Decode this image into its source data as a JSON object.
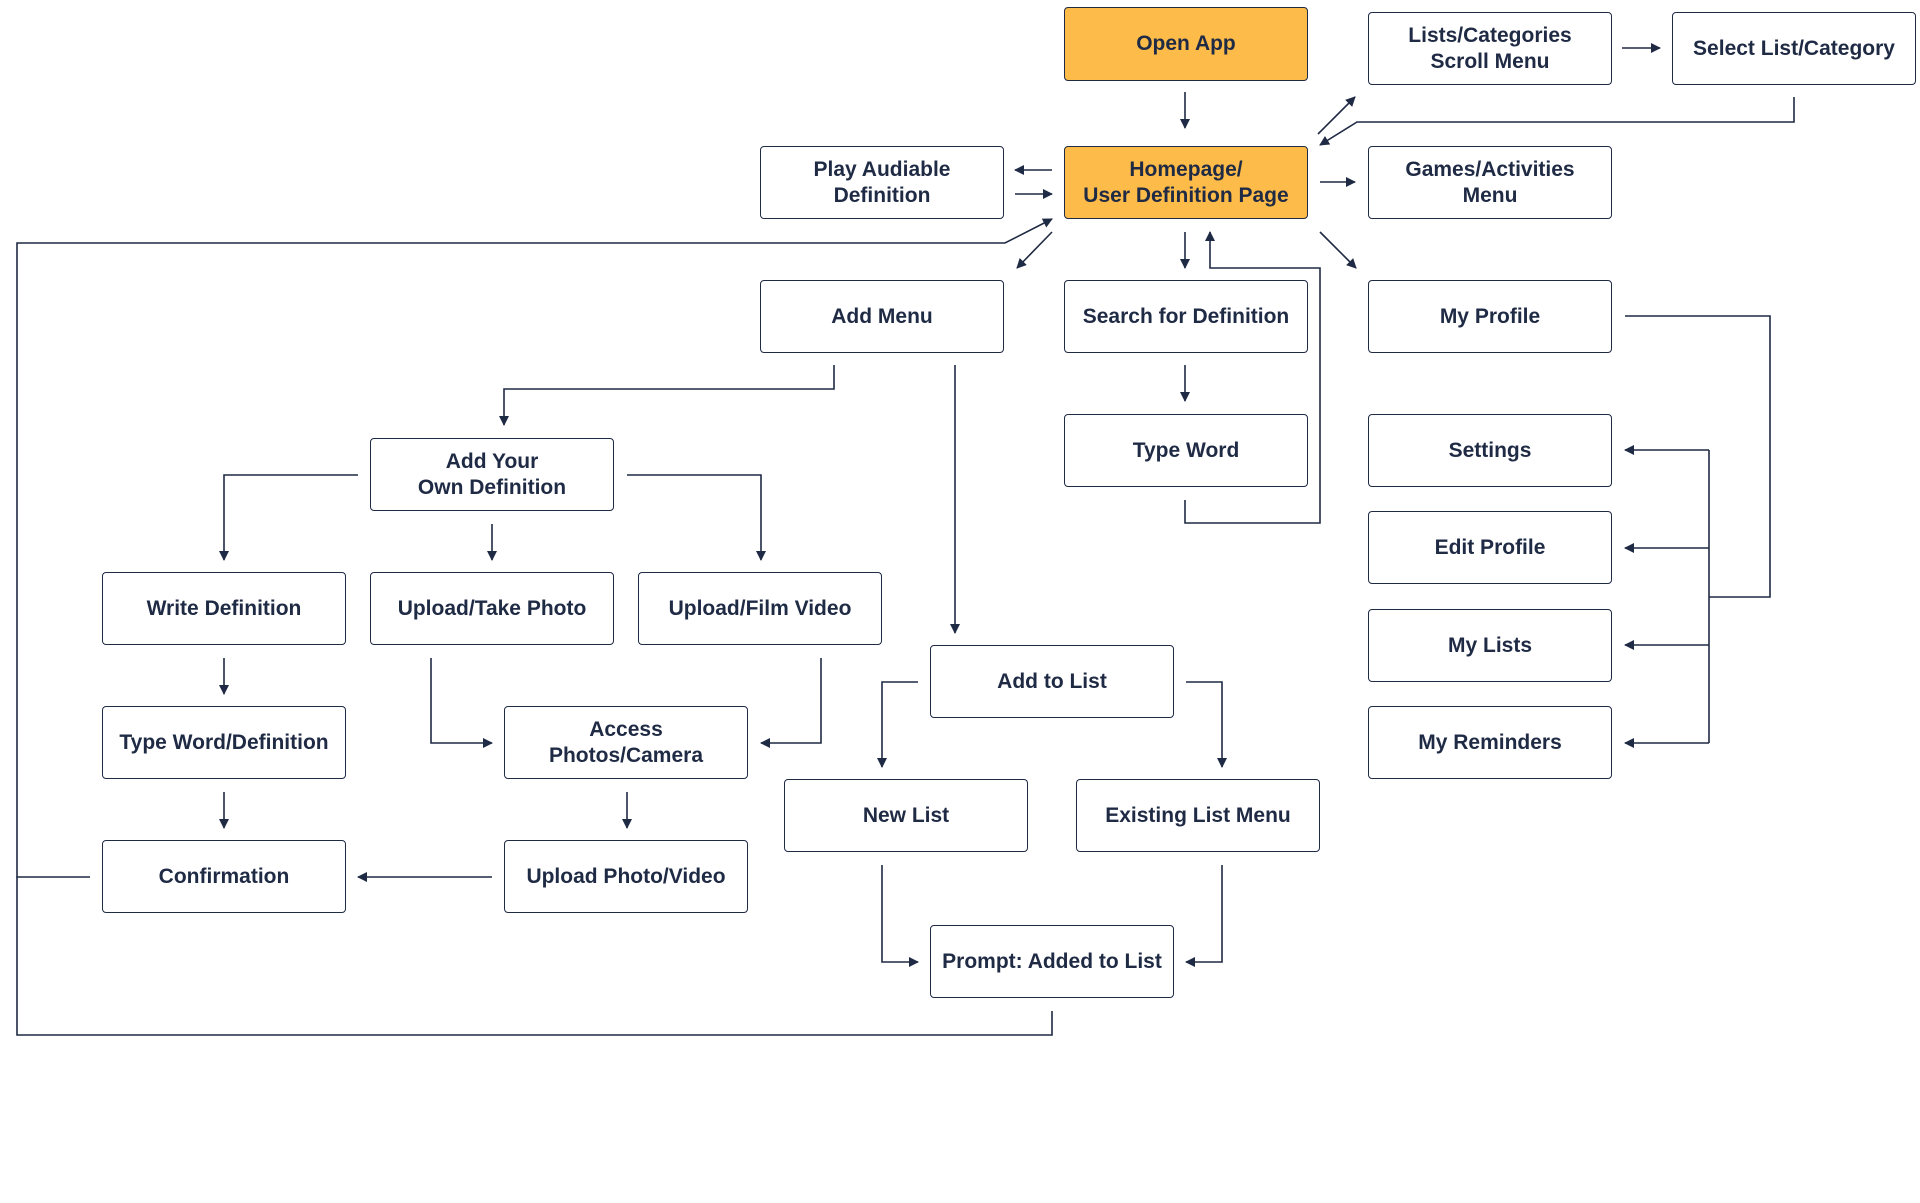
{
  "colors": {
    "highlight": "#fdbb4a",
    "stroke": "#1f2a44",
    "background": "#ffffff",
    "text": "#1f2a44"
  },
  "nodes": {
    "open_app": "Open App",
    "lists_scroll_menu": "Lists/Categories\nScroll Menu",
    "select_list_category": "Select List/Category",
    "play_audiable_definition": "Play Audiable\nDefinition",
    "homepage": "Homepage/\nUser Definition Page",
    "games_activities_menu": "Games/Activities\nMenu",
    "add_menu": "Add Menu",
    "search_for_definition": "Search for Definition",
    "my_profile": "My Profile",
    "type_word": "Type Word",
    "add_your_own_definition": "Add Your\nOwn Definition",
    "settings": "Settings",
    "edit_profile": "Edit Profile",
    "write_definition": "Write Definition",
    "upload_take_photo": "Upload/Take Photo",
    "upload_film_video": "Upload/Film Video",
    "my_lists": "My Lists",
    "add_to_list": "Add to List",
    "type_word_definition": "Type Word/Definition",
    "access_photos_camera": "Access\nPhotos/Camera",
    "my_reminders": "My Reminders",
    "new_list": "New List",
    "existing_list_menu": "Existing List Menu",
    "confirmation": "Confirmation",
    "upload_photo_video": "Upload Photo/Video",
    "prompt_added_to_list": "Prompt: Added to List"
  }
}
